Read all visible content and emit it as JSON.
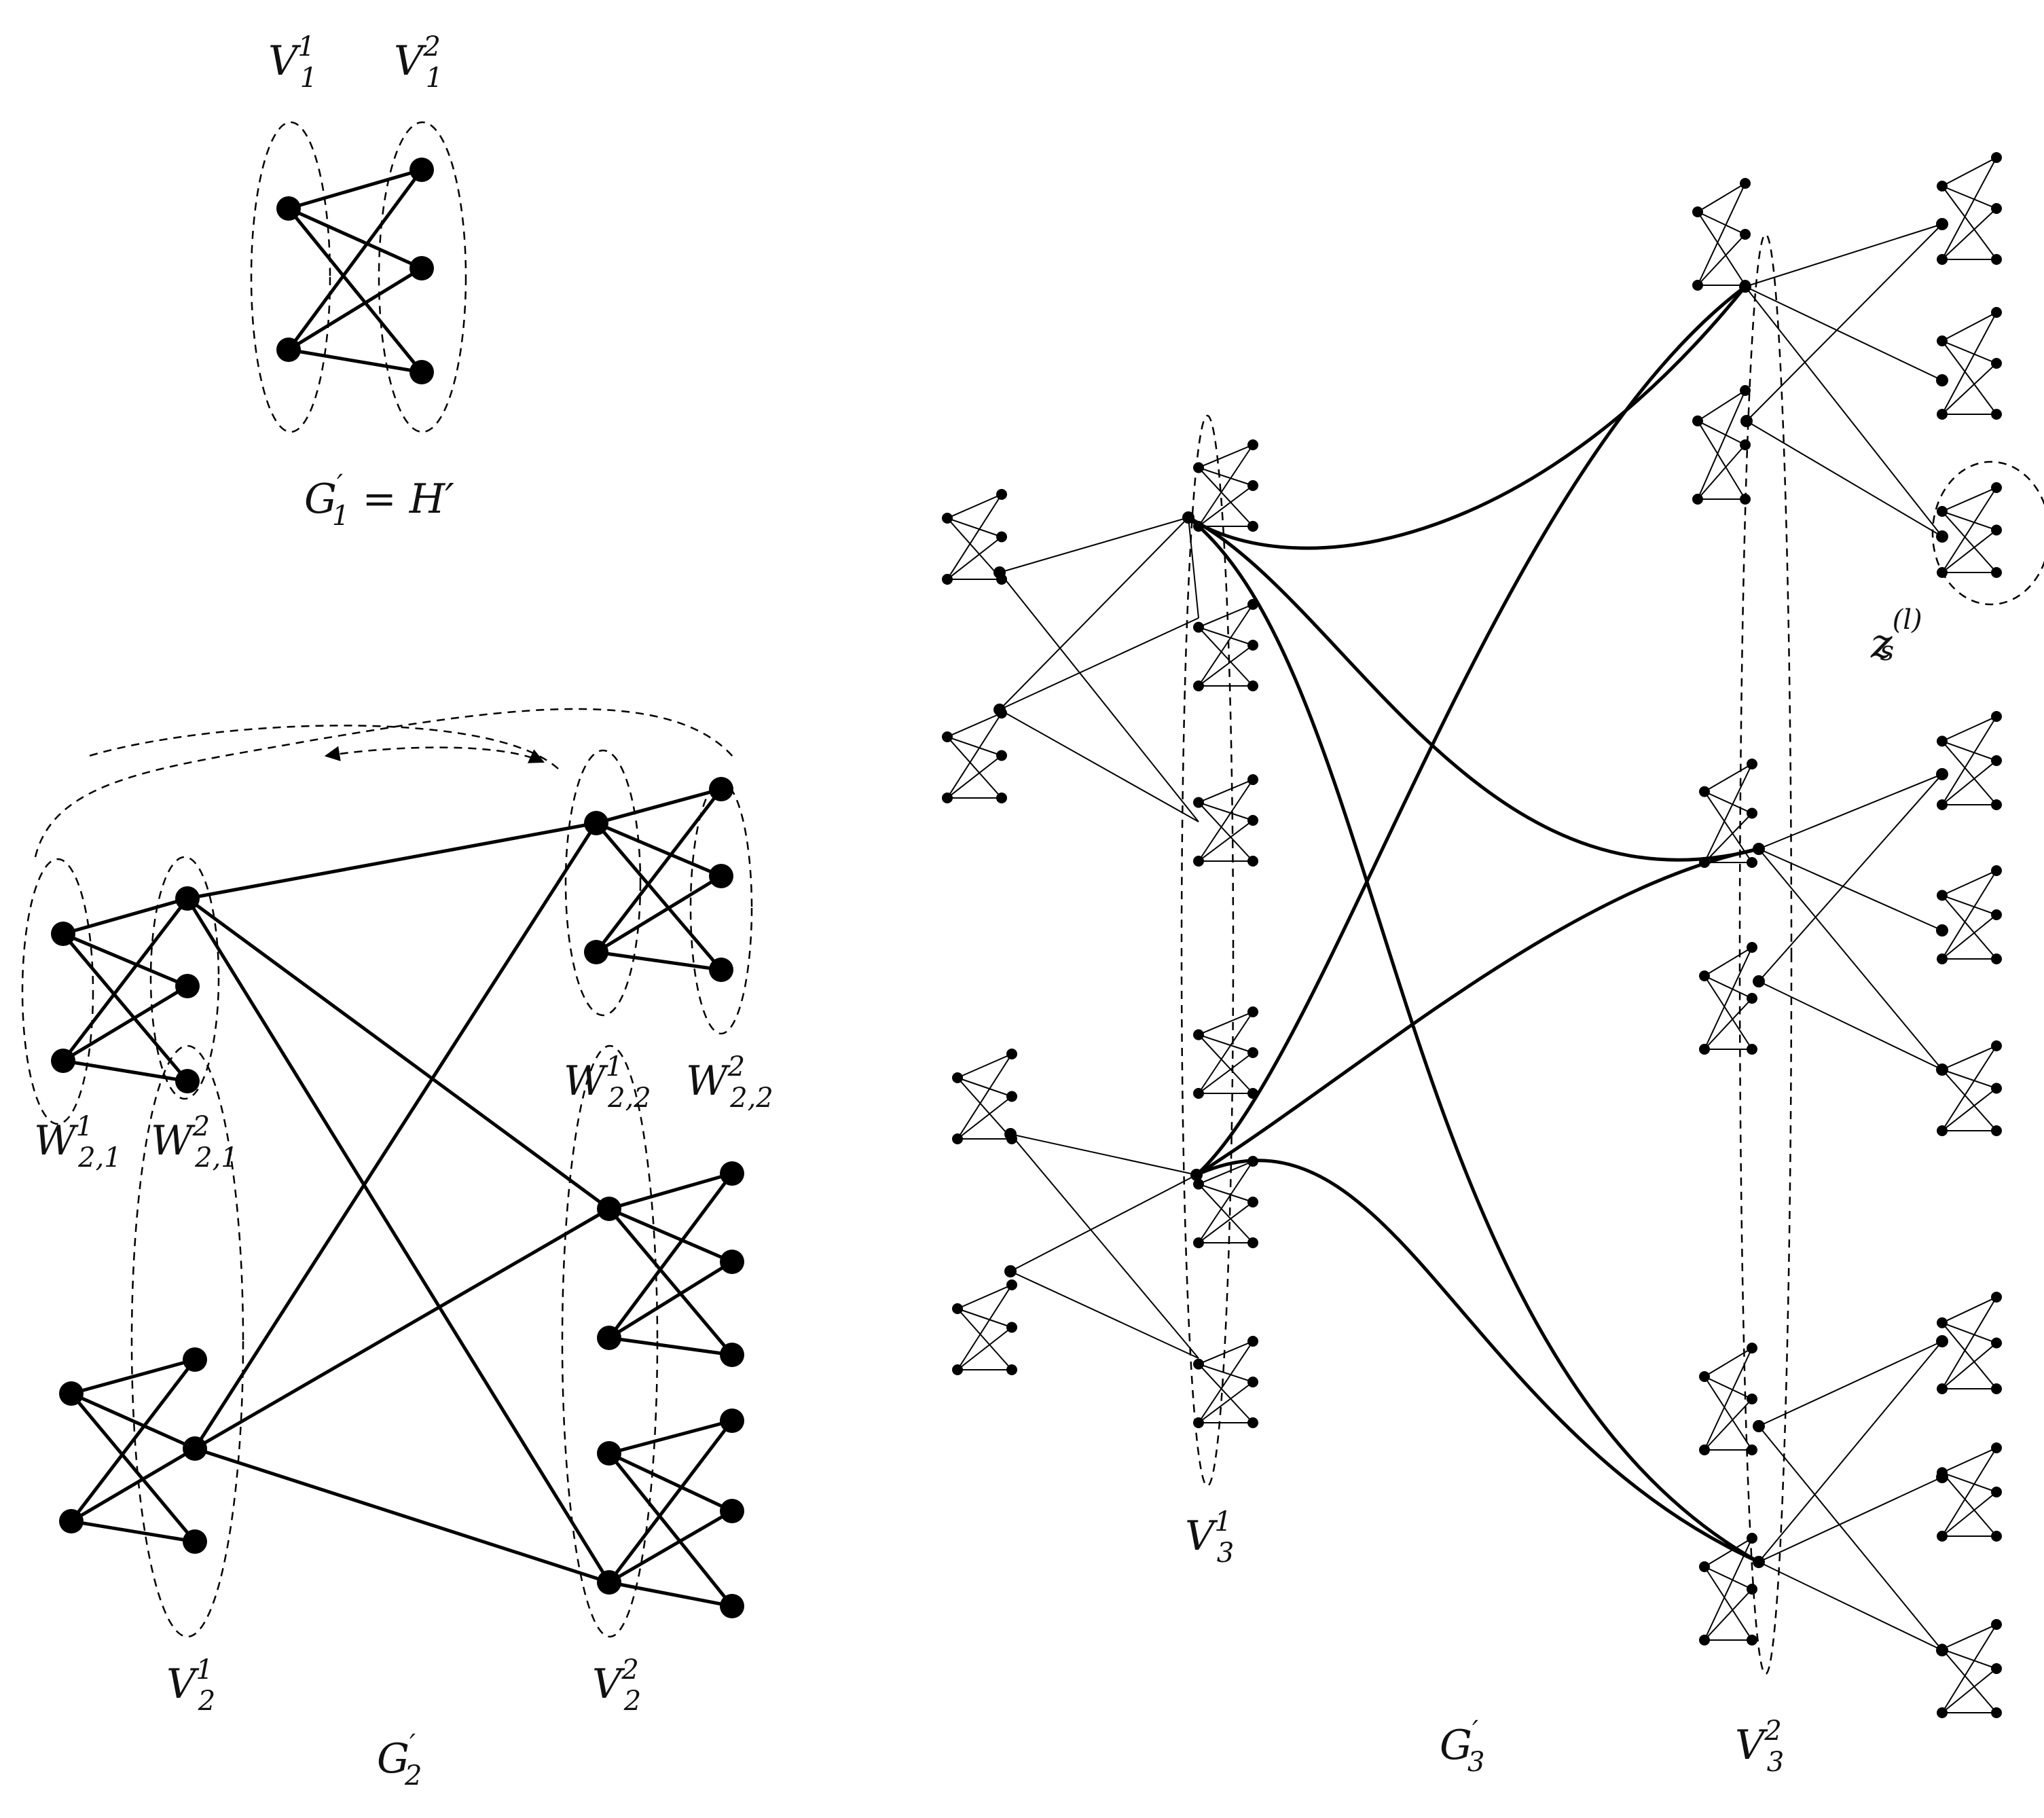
{
  "diagram": {
    "labels": {
      "g1": {
        "main": "G",
        "sup": "′",
        "sub": "1",
        "tail": " = H′"
      },
      "v1_1": {
        "main": "V",
        "sup": "1",
        "sub": "1"
      },
      "v1_2": {
        "main": "V",
        "sup": "2",
        "sub": "1"
      },
      "g2": {
        "main": "G",
        "sup": "′",
        "sub": "2"
      },
      "v2_1": {
        "main": "V",
        "sup": "1",
        "sub": "2"
      },
      "v2_2": {
        "main": "V",
        "sup": "2",
        "sub": "2"
      },
      "w21_1": {
        "main": "W",
        "sup": "1",
        "sub": "2,1"
      },
      "w21_2": {
        "main": "W",
        "sup": "2",
        "sub": "2,1"
      },
      "w22_1": {
        "main": "W",
        "sup": "1",
        "sub": "2,2"
      },
      "w22_2": {
        "main": "W",
        "sup": "2",
        "sub": "2,2"
      },
      "g3": {
        "main": "G",
        "sup": "′",
        "sub": "3"
      },
      "v3_1": {
        "main": "V",
        "sup": "1",
        "sub": "3"
      },
      "v3_2": {
        "main": "V",
        "sup": "2",
        "sub": "3"
      },
      "zs": {
        "main": "z",
        "sup": "(l)",
        "sub": "s"
      }
    },
    "colors": {
      "stroke": "#000000",
      "background": "#ffffff"
    }
  }
}
